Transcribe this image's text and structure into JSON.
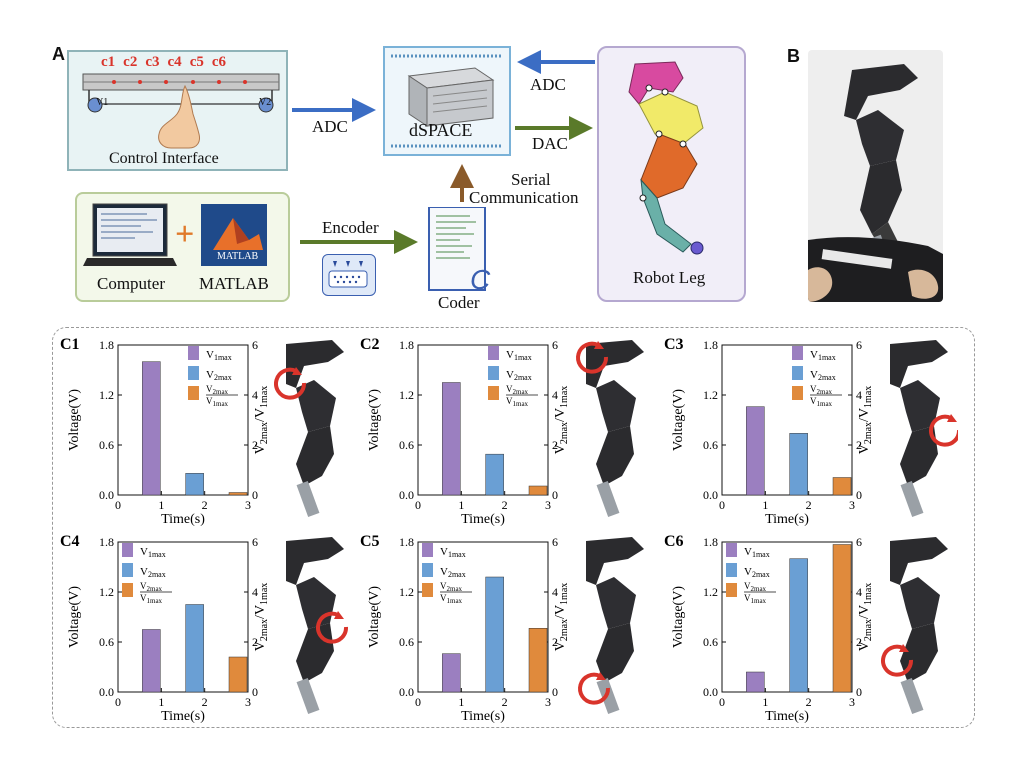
{
  "panel_a": {
    "label": "A",
    "channels": [
      "c1",
      "c2",
      "c3",
      "c4",
      "c5",
      "c6"
    ],
    "v1_symbol": "V1",
    "v2_symbol": "V2",
    "control_interface": "Control Interface",
    "adc_left": "ADC",
    "adc_right": "ADC",
    "dac": "DAC",
    "dspace": "dSPACE",
    "serial_line1": "Serial",
    "serial_line2": "Communication",
    "computer": "Computer",
    "plus": "+",
    "matlab_logo": "MATLAB",
    "matlab": "MATLAB",
    "encoder": "Encoder",
    "coder": "Coder",
    "coder_logo": "C",
    "robot_leg": "Robot Leg",
    "colors": {
      "arrow_blue": "#3b6dc4",
      "arrow_green": "#5a7a2a",
      "arrow_brown": "#8a5a2a",
      "channel_red": "#d9342b"
    }
  },
  "panel_b": {
    "label": "B"
  },
  "legend": {
    "v1": {
      "main": "V",
      "sub": "1max"
    },
    "v2": {
      "main": "V",
      "sub": "2max"
    },
    "ratio": {
      "num_main": "V",
      "num_sub": "2max",
      "den_main": "V",
      "den_sub": "1max"
    }
  },
  "axes": {
    "xlabel": "Time(s)",
    "ylabel_left": "Voltage(V)",
    "ylabel_right": {
      "p1": "V",
      "s1": "2max",
      "mid": "/V",
      "s2": "1max"
    }
  },
  "chart_data": [
    {
      "panel": "C1",
      "type": "bar",
      "categories": [
        "1",
        "2",
        "3"
      ],
      "x_ticks": [
        "0",
        "1",
        "2",
        "3"
      ],
      "ylim_left": [
        0,
        1.8
      ],
      "yticks_left": [
        "0.0",
        "0.6",
        "1.2",
        "1.8"
      ],
      "ylim_right": [
        0,
        6
      ],
      "yticks_right": [
        "0",
        "2",
        "4",
        "6"
      ],
      "series": [
        {
          "name": "V1max",
          "axis": "left",
          "x": 1,
          "value": 1.6
        },
        {
          "name": "V2max",
          "axis": "left",
          "x": 2,
          "value": 0.26
        },
        {
          "name": "V2max/V1max",
          "axis": "right",
          "x": 3,
          "value": 0.1
        }
      ],
      "xlabel": "Time(s)",
      "ylabel": "Voltage(V)",
      "ylabel_right": "V2max/V1max",
      "legend_position": "top-right",
      "colors": [
        "#9b7fc0",
        "#6a9fd4",
        "#e08a3c"
      ]
    },
    {
      "panel": "C2",
      "type": "bar",
      "categories": [
        "1",
        "2",
        "3"
      ],
      "x_ticks": [
        "0",
        "1",
        "2",
        "3"
      ],
      "ylim_left": [
        0,
        1.8
      ],
      "yticks_left": [
        "0.0",
        "0.6",
        "1.2",
        "1.8"
      ],
      "ylim_right": [
        0,
        6
      ],
      "yticks_right": [
        "0",
        "2",
        "4",
        "6"
      ],
      "series": [
        {
          "name": "V1max",
          "axis": "left",
          "x": 1,
          "value": 1.35
        },
        {
          "name": "V2max",
          "axis": "left",
          "x": 2,
          "value": 0.49
        },
        {
          "name": "V2max/V1max",
          "axis": "right",
          "x": 3,
          "value": 0.36
        }
      ],
      "xlabel": "Time(s)",
      "ylabel": "Voltage(V)",
      "ylabel_right": "V2max/V1max",
      "legend_position": "top-right",
      "colors": [
        "#9b7fc0",
        "#6a9fd4",
        "#e08a3c"
      ]
    },
    {
      "panel": "C3",
      "type": "bar",
      "categories": [
        "1",
        "2",
        "3"
      ],
      "x_ticks": [
        "0",
        "1",
        "2",
        "3"
      ],
      "ylim_left": [
        0,
        1.8
      ],
      "yticks_left": [
        "0.0",
        "0.6",
        "1.2",
        "1.8"
      ],
      "ylim_right": [
        0,
        6
      ],
      "yticks_right": [
        "0",
        "2",
        "4",
        "6"
      ],
      "series": [
        {
          "name": "V1max",
          "axis": "left",
          "x": 1,
          "value": 1.06
        },
        {
          "name": "V2max",
          "axis": "left",
          "x": 2,
          "value": 0.74
        },
        {
          "name": "V2max/V1max",
          "axis": "right",
          "x": 3,
          "value": 0.7
        }
      ],
      "xlabel": "Time(s)",
      "ylabel": "Voltage(V)",
      "ylabel_right": "V2max/V1max",
      "legend_position": "top-right",
      "colors": [
        "#9b7fc0",
        "#6a9fd4",
        "#e08a3c"
      ]
    },
    {
      "panel": "C4",
      "type": "bar",
      "categories": [
        "1",
        "2",
        "3"
      ],
      "x_ticks": [
        "0",
        "1",
        "2",
        "3"
      ],
      "ylim_left": [
        0,
        1.8
      ],
      "yticks_left": [
        "0.0",
        "0.6",
        "1.2",
        "1.8"
      ],
      "ylim_right": [
        0,
        6
      ],
      "yticks_right": [
        "0",
        "2",
        "4",
        "6"
      ],
      "series": [
        {
          "name": "V1max",
          "axis": "left",
          "x": 1,
          "value": 0.75
        },
        {
          "name": "V2max",
          "axis": "left",
          "x": 2,
          "value": 1.05
        },
        {
          "name": "V2max/V1max",
          "axis": "right",
          "x": 3,
          "value": 1.4
        }
      ],
      "xlabel": "Time(s)",
      "ylabel": "Voltage(V)",
      "ylabel_right": "V2max/V1max",
      "legend_position": "top-left",
      "colors": [
        "#9b7fc0",
        "#6a9fd4",
        "#e08a3c"
      ]
    },
    {
      "panel": "C5",
      "type": "bar",
      "categories": [
        "1",
        "2",
        "3"
      ],
      "x_ticks": [
        "0",
        "1",
        "2",
        "3"
      ],
      "ylim_left": [
        0,
        1.8
      ],
      "yticks_left": [
        "0.0",
        "0.6",
        "1.2",
        "1.8"
      ],
      "ylim_right": [
        0,
        6
      ],
      "yticks_right": [
        "0",
        "2",
        "4",
        "6"
      ],
      "series": [
        {
          "name": "V1max",
          "axis": "left",
          "x": 1,
          "value": 0.46
        },
        {
          "name": "V2max",
          "axis": "left",
          "x": 2,
          "value": 1.38
        },
        {
          "name": "V2max/V1max",
          "axis": "right",
          "x": 3,
          "value": 2.55
        }
      ],
      "xlabel": "Time(s)",
      "ylabel": "Voltage(V)",
      "ylabel_right": "V2max/V1max",
      "legend_position": "top-left",
      "colors": [
        "#9b7fc0",
        "#6a9fd4",
        "#e08a3c"
      ]
    },
    {
      "panel": "C6",
      "type": "bar",
      "categories": [
        "1",
        "2",
        "3"
      ],
      "x_ticks": [
        "0",
        "1",
        "2",
        "3"
      ],
      "ylim_left": [
        0,
        1.8
      ],
      "yticks_left": [
        "0.0",
        "0.6",
        "1.2",
        "1.8"
      ],
      "ylim_right": [
        0,
        6
      ],
      "yticks_right": [
        "0",
        "2",
        "4",
        "6"
      ],
      "series": [
        {
          "name": "V1max",
          "axis": "left",
          "x": 1,
          "value": 0.24
        },
        {
          "name": "V2max",
          "axis": "left",
          "x": 2,
          "value": 1.6
        },
        {
          "name": "V2max/V1max",
          "axis": "right",
          "x": 3,
          "value": 5.9
        }
      ],
      "xlabel": "Time(s)",
      "ylabel": "Voltage(V)",
      "ylabel_right": "V2max/V1max",
      "legend_position": "top-left",
      "colors": [
        "#9b7fc0",
        "#6a9fd4",
        "#e08a3c"
      ]
    }
  ]
}
